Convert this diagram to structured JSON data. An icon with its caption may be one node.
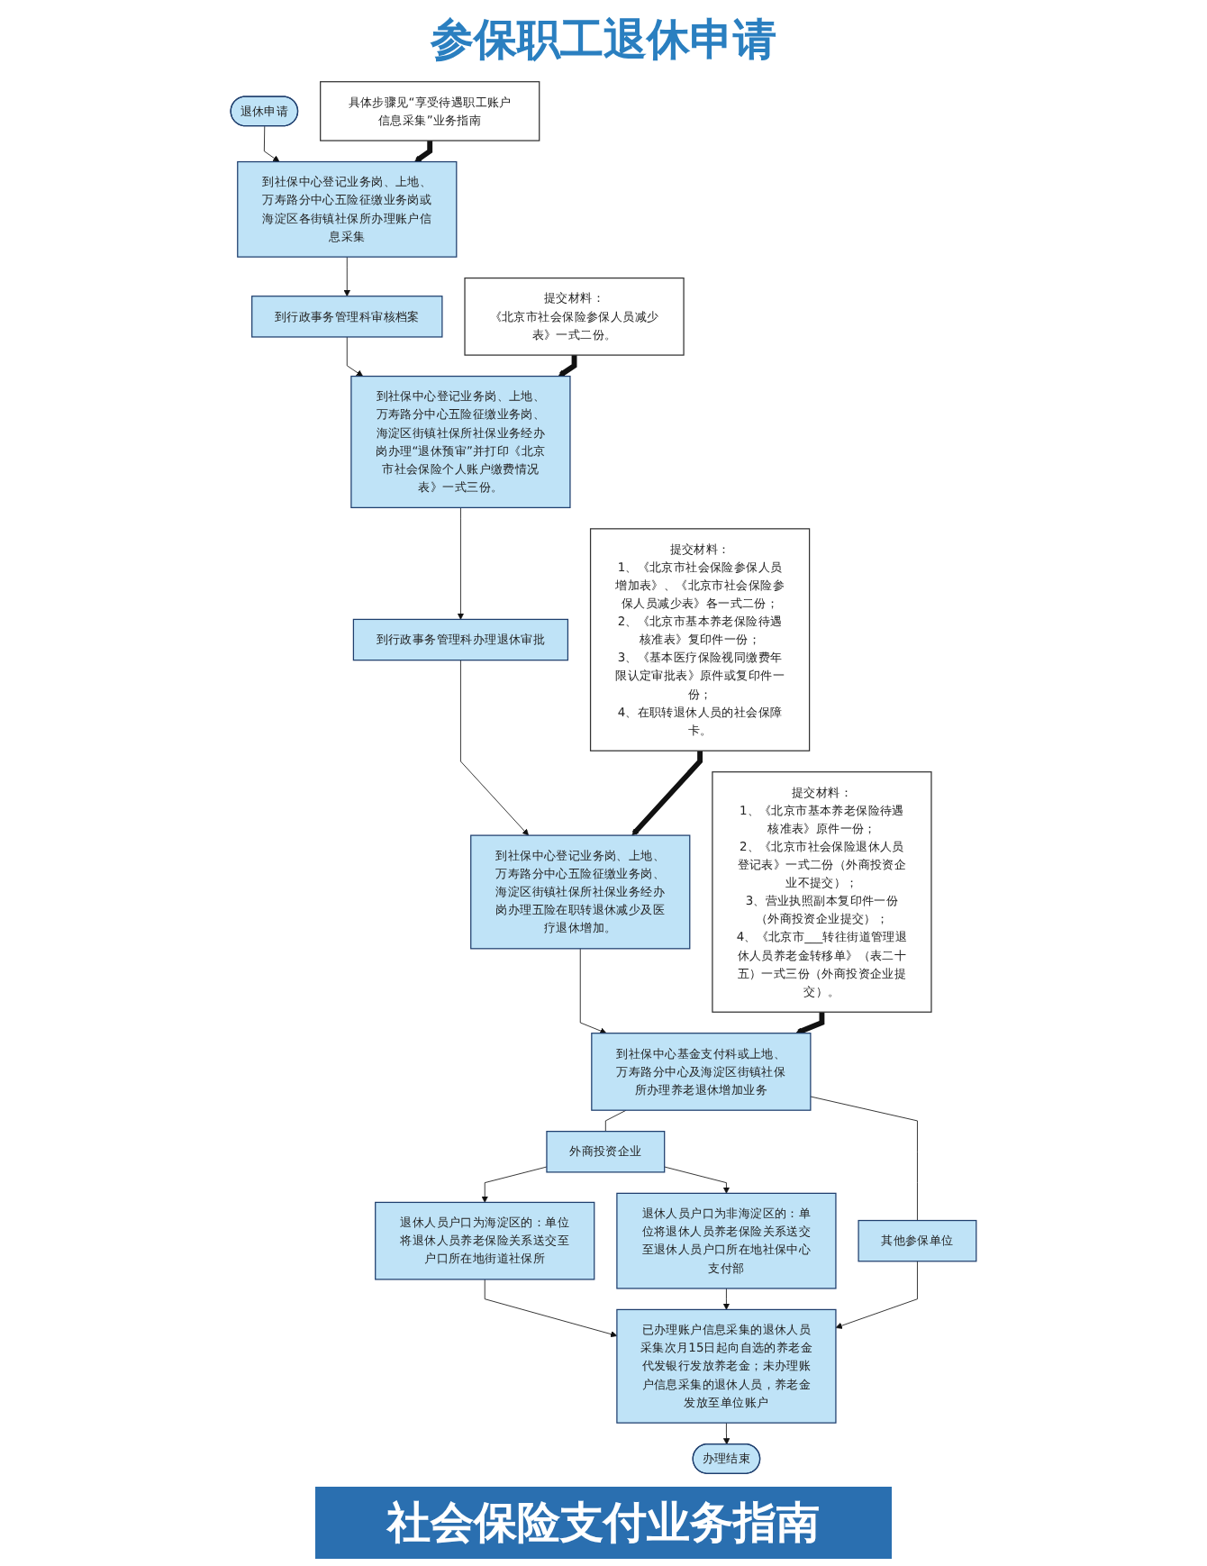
{
  "diagram": {
    "title": "参保职工退休申请",
    "caption": "社会保险支付业务指南",
    "nodes": [
      {
        "text": [
          "退休申请"
        ]
      },
      {
        "text": [
          "到社保中心登记业务岗、上地、万寿路分中心五险征缴业务岗或海淀区各街镇社保所办理账户信息采集"
        ]
      },
      {
        "text": [
          "具体步骤见“享受待遇职工账户信息采集”业务指南"
        ]
      },
      {
        "text": [
          "到行政事务管理科审核档案"
        ]
      },
      {
        "text": [
          "提交材料：",
          "《北京市社会保险参保人员减少表》一式二份。"
        ]
      },
      {
        "text": [
          "到社保中心登记业务岗、上地、万寿路分中心五险征缴业务岗、海淀区街镇社保所社保业务经办岗办理“退休预审”并打印《北京市社会保险个人账户缴费情况表》一式三份。"
        ]
      },
      {
        "text": [
          "到行政事务管理科办理退休审批"
        ]
      },
      {
        "text": [
          "提交材料：",
          "1、《北京市社会保险参保人员增加表》、《北京市社会保险参保人员减少表》各一式二份；",
          "2、《北京市基本养老保险待遇核准表》复印件一份；",
          "3、《基本医疗保险视同缴费年限认定审批表》原件或复印件一份；",
          "4、在职转退休人员的社会保障卡。"
        ]
      },
      {
        "text": [
          "到社保中心登记业务岗、上地、万寿路分中心五险征缴业务岗、海淀区街镇社保所社保业务经办岗办理五险在职转退休减少及医疗退休增加。"
        ]
      },
      {
        "text": [
          "提交材料：",
          "1、《北京市基本养老保险待遇核准表》原件一份；",
          "2、《北京市社会保险退休人员登记表》一式二份（外商投资企业不提交）；",
          "3、营业执照副本复印件一份（外商投资企业提交）；",
          "4、《北京市___转往街道管理退休人员养老金转移单》（表二十五）一式三份（外商投资企业提交）。"
        ]
      },
      {
        "text": [
          "到社保中心基金支付科或上地、万寿路分中心及海淀区街镇社保所办理养老退休增加业务"
        ]
      },
      {
        "text": [
          "外商投资企业"
        ]
      },
      {
        "text": [
          "其他参保单位"
        ]
      },
      {
        "text": [
          "退休人员户口为海淀区的：单位将退休人员养老保险关系送交至户口所在地街道社保所"
        ]
      },
      {
        "text": [
          "退休人员户口为非海淀区的：单位将退休人员养老保险关系送交至退休人员户口所在地社保中心支付部"
        ]
      },
      {
        "text": [
          "已办理账户信息采集的退休人员采集次月15日起向自选的养老金代发银行发放养老金；未办理账户信息采集的退休人员，养老金发放至单位账户"
        ]
      },
      {
        "text": [
          "办理结束"
        ]
      }
    ],
    "edges": [
      {
        "from": 0,
        "to": 1,
        "arrow": "to"
      },
      {
        "from": 2,
        "to": 1,
        "arrow": "to",
        "style": "thick"
      },
      {
        "from": 1,
        "to": 3,
        "arrow": "to"
      },
      {
        "from": 3,
        "to": 5,
        "arrow": "to"
      },
      {
        "from": 4,
        "to": 5,
        "arrow": "to",
        "style": "thick"
      },
      {
        "from": 5,
        "to": 6,
        "arrow": "to"
      },
      {
        "from": 6,
        "to": 8,
        "arrow": "to"
      },
      {
        "from": 7,
        "to": 8,
        "arrow": "to",
        "style": "thick"
      },
      {
        "from": 8,
        "to": 10,
        "arrow": "to"
      },
      {
        "from": 9,
        "to": 10,
        "arrow": "to",
        "style": "thick"
      },
      {
        "from": 10,
        "to": 11,
        "arrow": "none"
      },
      {
        "from": 10,
        "to": 12,
        "arrow": "none"
      },
      {
        "from": 11,
        "to": 13,
        "arrow": "to"
      },
      {
        "from": 11,
        "to": 14,
        "arrow": "to"
      },
      {
        "from": 13,
        "to": 15,
        "arrow": "to"
      },
      {
        "from": 14,
        "to": 15,
        "arrow": "to"
      },
      {
        "from": 12,
        "to": 15,
        "arrow": "to"
      },
      {
        "from": 15,
        "to": 16,
        "arrow": "to"
      }
    ]
  }
}
